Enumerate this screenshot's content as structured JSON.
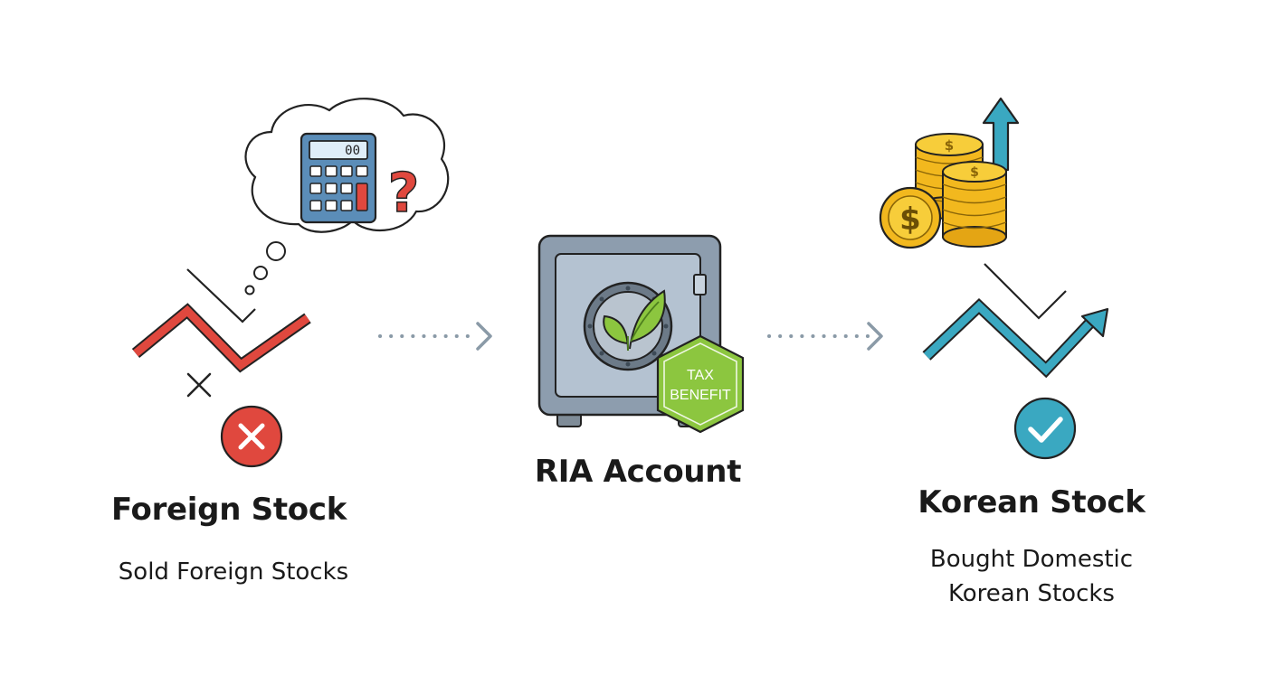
{
  "steps": {
    "foreign": {
      "title": "Foreign Stock",
      "subtitle": "Sold Foreign Stocks"
    },
    "ria": {
      "title": "RIA Account",
      "badge_line1": "TAX",
      "badge_line2": "BENEFIT"
    },
    "korean": {
      "title": "Korean Stock",
      "subtitle_line1": "Bought Domestic",
      "subtitle_line2": "Korean Stocks"
    }
  },
  "calculator": {
    "display": "00",
    "question_mark": "?"
  },
  "icons": {
    "foreign": [
      "thought-cloud-icon",
      "calculator-icon",
      "question-mark-icon",
      "zigzag-down-icon",
      "x-mark-icon",
      "error-circle-icon"
    ],
    "ria": [
      "safe-icon",
      "leaf-icon",
      "tax-benefit-badge-icon"
    ],
    "korean": [
      "coin-stack-icon",
      "dollar-coin-icon",
      "up-arrow-icon",
      "trend-up-arrow-icon",
      "check-circle-icon"
    ],
    "connectors": [
      "dotted-arrow-icon",
      "dotted-arrow-icon"
    ]
  },
  "colors": {
    "red": "#e0483e",
    "teal": "#3aa8c1",
    "green": "#8cc63f",
    "gold": "#f2b81e",
    "safe": "#a7b6c6",
    "calculator": "#5b8db8",
    "arrow": "#8a9aa7"
  }
}
